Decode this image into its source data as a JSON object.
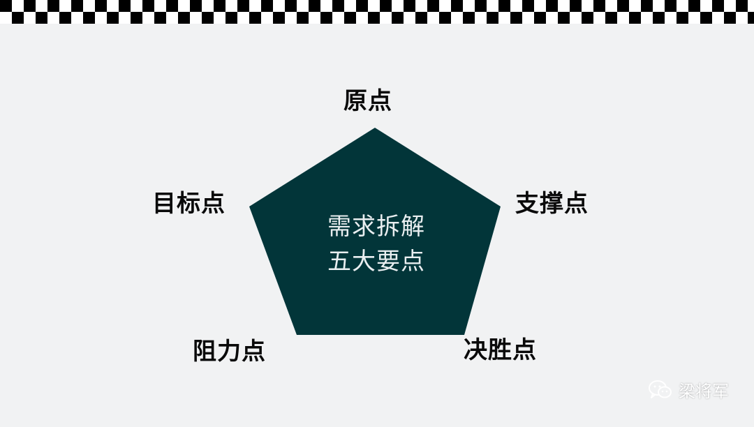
{
  "diagram": {
    "center_line1": "需求拆解",
    "center_line2": "五大要点",
    "nodes": {
      "top": "原点",
      "right": "支撑点",
      "bottom_right": "决胜点",
      "bottom_left": "阻力点",
      "left": "目标点"
    },
    "colors": {
      "pentagon_fill": "#023539",
      "background": "#f1f2f3",
      "label_text": "#0a0a0a",
      "center_text": "#e9eef0"
    }
  },
  "watermark": {
    "icon": "wechat-icon",
    "text": "梁将军"
  }
}
